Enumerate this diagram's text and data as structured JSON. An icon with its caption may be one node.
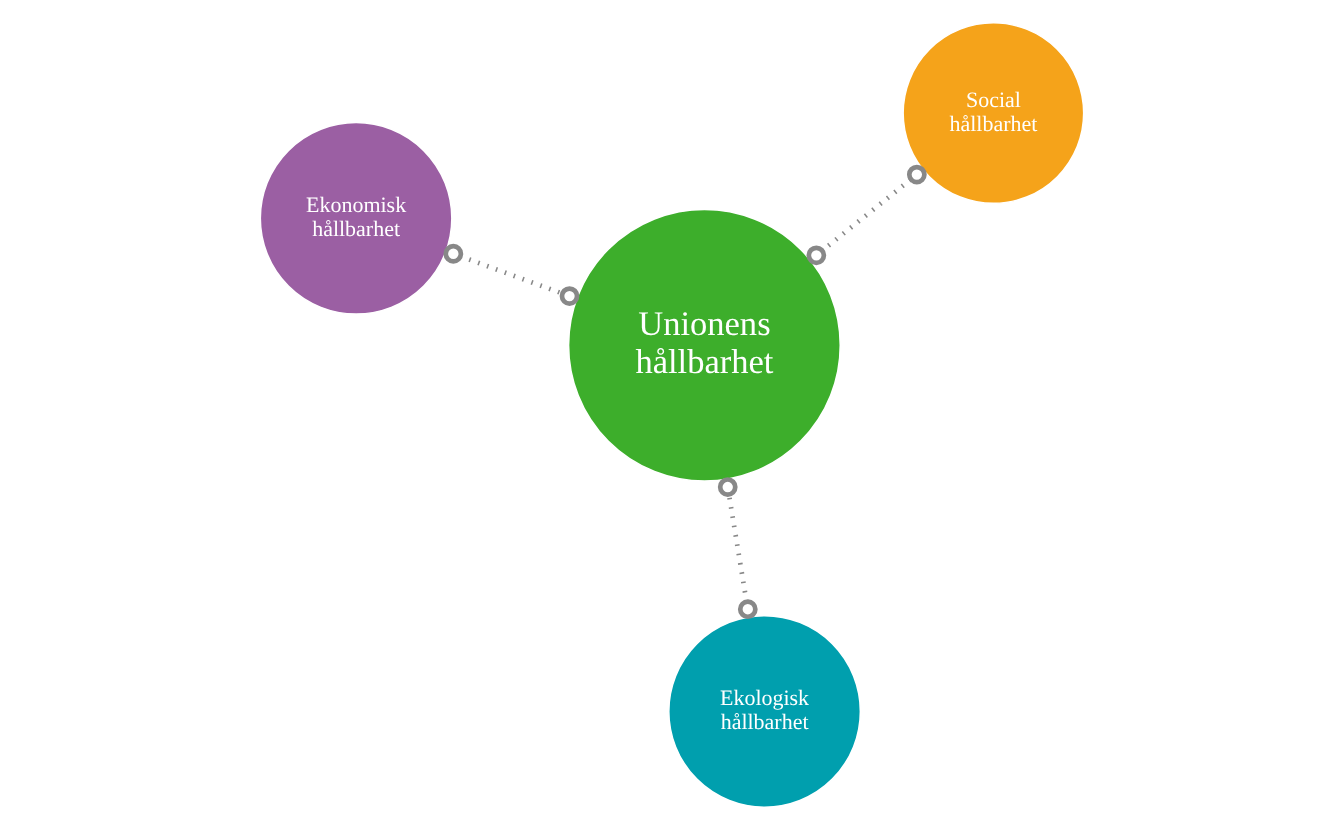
{
  "diagram": {
    "nodes": [
      {
        "text": [
          "Ekonomisk hållbarhet"
        ]
      },
      {
        "text": [
          "Social hållbarhet"
        ]
      },
      {
        "text": [
          "Ekologisk hållbarhet"
        ]
      },
      {
        "text": [
          "Unionens hållbarhet"
        ]
      }
    ],
    "edges": [
      {
        "from": 0,
        "to": 3,
        "arrow": "other",
        "style": "dashed"
      },
      {
        "from": 1,
        "to": 3,
        "arrow": "other",
        "style": "dashed"
      },
      {
        "from": 2,
        "to": 3,
        "arrow": "other",
        "style": "dashed"
      }
    ]
  }
}
